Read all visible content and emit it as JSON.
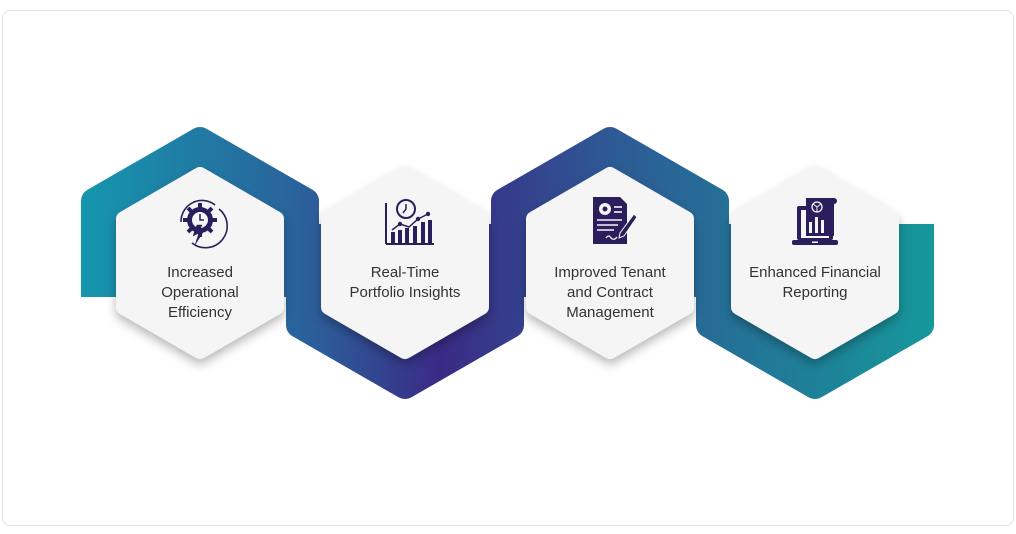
{
  "colors": {
    "teal": "#1597ae",
    "blue": "#2c5c99",
    "purple": "#3a2a85",
    "teal_right": "#15999a",
    "hex_fill": "#f5f5f6",
    "icon": "#2a1f5c",
    "text": "#333333"
  },
  "steps": [
    {
      "icon": "gear-clock-lightning-icon",
      "lines": [
        "Increased",
        "Operational",
        "Efficiency"
      ]
    },
    {
      "icon": "clock-growth-chart-icon",
      "lines": [
        "Real-Time",
        "Portfolio Insights"
      ]
    },
    {
      "icon": "contract-document-pen-icon",
      "lines": [
        "Improved Tenant",
        "and Contract",
        "Management"
      ]
    },
    {
      "icon": "laptop-financial-report-icon",
      "lines": [
        "Enhanced Financial",
        "Reporting"
      ]
    }
  ]
}
